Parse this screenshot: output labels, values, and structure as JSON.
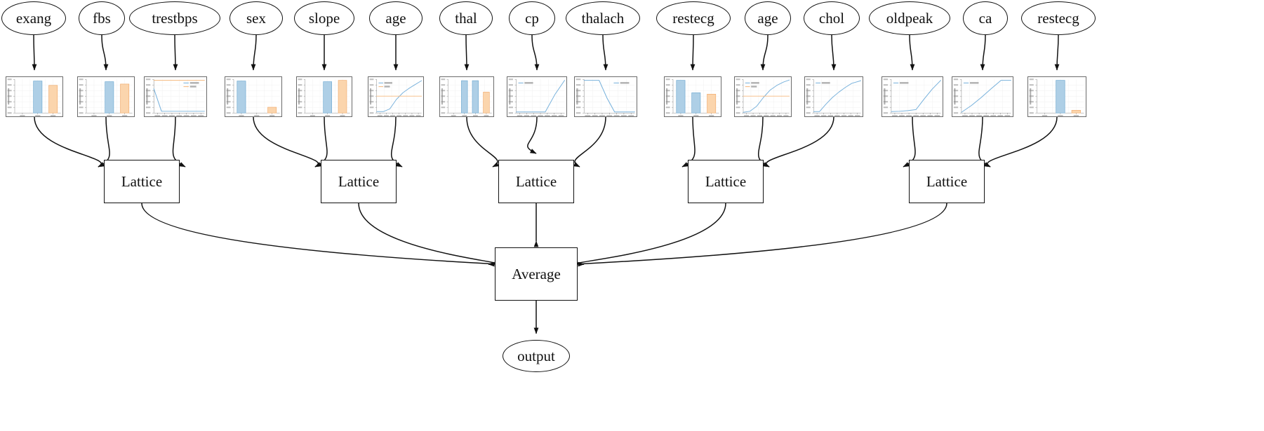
{
  "diagram": {
    "type": "calibrated-lattice-ensemble-graph",
    "output_label": "output",
    "average_label": "Average",
    "lattice_label": "Lattice",
    "colors": {
      "calibrated_line": "#79b2dc",
      "missing_line": "#f5b97f",
      "bar_calibrated_fill": "#aecfe6",
      "bar_calibrated_edge": "#6aa6cf",
      "bar_missing_fill": "#fbd5ad",
      "bar_missing_edge": "#f0a869",
      "node_stroke": "#111111",
      "plot_border": "#6b6b6b",
      "grid": "#eeeeee"
    },
    "legend": {
      "calibrated": "calibrated",
      "missing": "missing"
    }
  },
  "inputs": [
    {
      "id": "exang",
      "label": "exang"
    },
    {
      "id": "fbs",
      "label": "fbs"
    },
    {
      "id": "trestbps",
      "label": "trestbps"
    },
    {
      "id": "sex",
      "label": "sex"
    },
    {
      "id": "slope",
      "label": "slope"
    },
    {
      "id": "age1",
      "label": "age"
    },
    {
      "id": "thal",
      "label": "thal"
    },
    {
      "id": "cp",
      "label": "cp"
    },
    {
      "id": "thalach",
      "label": "thalach"
    },
    {
      "id": "restecg1",
      "label": "restecg"
    },
    {
      "id": "age2",
      "label": "age"
    },
    {
      "id": "chol",
      "label": "chol"
    },
    {
      "id": "oldpeak",
      "label": "oldpeak"
    },
    {
      "id": "ca",
      "label": "ca"
    },
    {
      "id": "restecg2",
      "label": "restecg"
    }
  ],
  "lattices": [
    {
      "id": "lattice1",
      "label": "Lattice"
    },
    {
      "id": "lattice2",
      "label": "Lattice"
    },
    {
      "id": "lattice3",
      "label": "Lattice"
    },
    {
      "id": "lattice4",
      "label": "Lattice"
    },
    {
      "id": "lattice5",
      "label": "Lattice"
    }
  ],
  "chart_data": [
    {
      "id": "calib-exang",
      "feature": "exang",
      "type": "bar",
      "ylabel": "calibrated exang",
      "xlabel": "exang",
      "categories": [
        "0",
        "1",
        "missing"
      ],
      "values": [
        0,
        0.95,
        0.82
      ],
      "bar_kinds": [
        "calibrated",
        "calibrated",
        "missing"
      ],
      "ylim": [
        0,
        1.0
      ],
      "legend": null,
      "grid": true
    },
    {
      "id": "calib-fbs",
      "feature": "fbs",
      "type": "bar",
      "ylabel": "calibrated fbs",
      "xlabel": "fbs",
      "categories": [
        "0",
        "1",
        "missing"
      ],
      "values": [
        0,
        0.93,
        0.86
      ],
      "bar_kinds": [
        "calibrated",
        "calibrated",
        "missing"
      ],
      "ylim": [
        0,
        1.0
      ],
      "legend": null,
      "grid": true
    },
    {
      "id": "calib-trestbps",
      "feature": "trestbps",
      "type": "line",
      "ylabel": "calibrated trestbps",
      "xlabel": "trestbps",
      "x": [
        94,
        110,
        125,
        140,
        155,
        170,
        185,
        200
      ],
      "series": [
        {
          "name": "calibrated",
          "values": [
            0.72,
            0.05,
            0.05,
            0.05,
            0.05,
            0.05,
            0.05,
            0.05
          ]
        },
        {
          "name": "missing",
          "values": [
            0.97,
            0.97,
            0.97,
            0.97,
            0.97,
            0.97,
            0.97,
            0.97
          ]
        }
      ],
      "ylim": [
        0,
        1.0
      ],
      "legend": "upper right",
      "grid": true
    },
    {
      "id": "calib-sex",
      "feature": "sex",
      "type": "bar",
      "ylabel": "calibrated sex",
      "xlabel": "sex",
      "categories": [
        "0",
        "1",
        "missing"
      ],
      "values": [
        0.95,
        0,
        0.17
      ],
      "bar_kinds": [
        "calibrated",
        "calibrated",
        "missing"
      ],
      "ylim": [
        0,
        1.0
      ],
      "legend": null,
      "grid": true
    },
    {
      "id": "calib-slope",
      "feature": "slope",
      "type": "bar",
      "ylabel": "calibrated slope",
      "xlabel": "slope",
      "categories": [
        "0",
        "1",
        "missing"
      ],
      "values": [
        0,
        0.93,
        0.97
      ],
      "bar_kinds": [
        "calibrated",
        "calibrated",
        "missing"
      ],
      "ylim": [
        0,
        1.0
      ],
      "legend": null,
      "grid": true
    },
    {
      "id": "calib-age1",
      "feature": "age",
      "type": "line",
      "ylabel": "calibrated age",
      "xlabel": "age",
      "x": [
        29,
        36,
        43,
        50,
        57,
        64,
        71,
        77
      ],
      "series": [
        {
          "name": "calibrated",
          "values": [
            0.04,
            0.04,
            0.12,
            0.4,
            0.6,
            0.74,
            0.86,
            0.96
          ]
        },
        {
          "name": "missing",
          "values": [
            0.5,
            0.5,
            0.5,
            0.5,
            0.5,
            0.5,
            0.5,
            0.5
          ]
        }
      ],
      "ylim": [
        0,
        1.0
      ],
      "legend": "upper left",
      "grid": true
    },
    {
      "id": "calib-thal",
      "feature": "thal",
      "type": "bar",
      "ylabel": "calibrated thal",
      "xlabel": "thal",
      "categories": [
        "normal",
        "fixed",
        "reversible",
        "missing"
      ],
      "values": [
        0,
        0.96,
        0.96,
        0.62
      ],
      "bar_kinds": [
        "calibrated",
        "calibrated",
        "calibrated",
        "missing"
      ],
      "ylim": [
        0,
        1.0
      ],
      "legend": null,
      "grid": true
    },
    {
      "id": "calib-cp",
      "feature": "cp",
      "type": "line",
      "ylabel": "calibrated cp",
      "xlabel": "cp",
      "x": [
        0,
        1,
        2,
        3,
        4,
        5
      ],
      "series": [
        {
          "name": "calibrated",
          "values": [
            0.03,
            0.03,
            0.03,
            0.03,
            0.55,
            0.97
          ]
        }
      ],
      "ylim": [
        0,
        1.0
      ],
      "legend": "upper left",
      "grid": true
    },
    {
      "id": "calib-thalach",
      "feature": "thalach",
      "type": "line",
      "ylabel": "calibrated thalach",
      "xlabel": "thalach",
      "x": [
        71,
        90,
        110,
        130,
        150,
        170,
        190,
        202
      ],
      "series": [
        {
          "name": "calibrated",
          "values": [
            0.97,
            0.97,
            0.97,
            0.45,
            0.03,
            0.03,
            0.03,
            0.03
          ]
        }
      ],
      "ylim": [
        0,
        1.0
      ],
      "legend": "upper right",
      "grid": true
    },
    {
      "id": "calib-restecg1",
      "feature": "restecg",
      "type": "bar",
      "ylabel": "calibrated restecg",
      "xlabel": "restecg",
      "categories": [
        "0",
        "1",
        "missing"
      ],
      "values": [
        0.97,
        0.6,
        0.56
      ],
      "bar_kinds": [
        "calibrated",
        "calibrated",
        "missing"
      ],
      "ylim": [
        0,
        1.0
      ],
      "legend": null,
      "grid": true
    },
    {
      "id": "calib-age2",
      "feature": "age",
      "type": "line",
      "ylabel": "calibrated age",
      "xlabel": "age",
      "x": [
        29,
        36,
        43,
        50,
        57,
        64,
        71,
        77
      ],
      "series": [
        {
          "name": "calibrated",
          "values": [
            0.02,
            0.05,
            0.2,
            0.46,
            0.68,
            0.82,
            0.92,
            0.98
          ]
        },
        {
          "name": "missing",
          "values": [
            0.5,
            0.5,
            0.5,
            0.5,
            0.5,
            0.5,
            0.5,
            0.5
          ]
        }
      ],
      "ylim": [
        0,
        1.0
      ],
      "legend": "upper left",
      "grid": true
    },
    {
      "id": "calib-chol",
      "feature": "chol",
      "type": "line",
      "ylabel": "calibrated chol",
      "xlabel": "chol",
      "x": [
        126,
        180,
        240,
        300,
        360,
        420,
        480,
        564
      ],
      "series": [
        {
          "name": "calibrated",
          "values": [
            0.04,
            0.04,
            0.26,
            0.46,
            0.62,
            0.76,
            0.88,
            0.96
          ]
        }
      ],
      "ylim": [
        0,
        1.0
      ],
      "legend": "upper left",
      "grid": true
    },
    {
      "id": "calib-oldpeak",
      "feature": "oldpeak",
      "type": "line",
      "ylabel": "calibrated oldpeak",
      "xlabel": "oldpeak",
      "x": [
        0,
        1,
        2,
        3,
        4,
        5,
        6
      ],
      "series": [
        {
          "name": "calibrated",
          "values": [
            0.04,
            0.05,
            0.07,
            0.1,
            0.42,
            0.72,
            0.97
          ]
        }
      ],
      "ylim": [
        0,
        1.0
      ],
      "legend": "upper left",
      "grid": true
    },
    {
      "id": "calib-ca",
      "feature": "ca",
      "type": "line",
      "ylabel": "calibrated ca",
      "xlabel": "ca",
      "x": [
        0,
        1,
        2,
        3,
        4,
        5
      ],
      "series": [
        {
          "name": "calibrated",
          "values": [
            0.02,
            0.22,
            0.46,
            0.72,
            0.97,
            0.97
          ]
        }
      ],
      "ylim": [
        0,
        1.0
      ],
      "legend": "upper left",
      "grid": true
    },
    {
      "id": "calib-restecg2",
      "feature": "restecg",
      "type": "bar",
      "ylabel": "calibrated restecg",
      "xlabel": "restecg",
      "categories": [
        "0",
        "1",
        "missing"
      ],
      "values": [
        0,
        0.97,
        0.08
      ],
      "bar_kinds": [
        "calibrated",
        "calibrated",
        "missing"
      ],
      "ylim": [
        0,
        1.0
      ],
      "legend": null,
      "grid": true
    }
  ]
}
